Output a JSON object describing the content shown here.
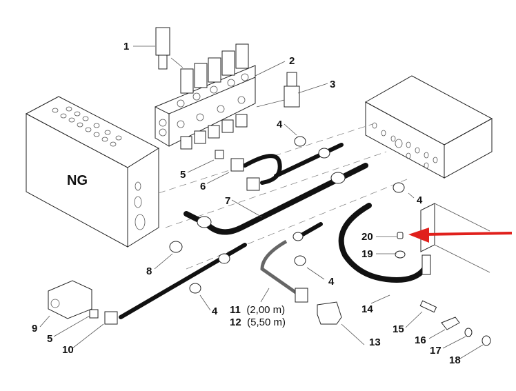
{
  "diagram": {
    "title": "Exploded parts view - valve block, junction boxes and cable harness",
    "box_label": "NG",
    "highlight_color": "#e0201c",
    "highlight_target": "20",
    "callouts": [
      {
        "id": "1",
        "text": "1"
      },
      {
        "id": "2",
        "text": "2"
      },
      {
        "id": "3",
        "text": "3"
      },
      {
        "id": "4a",
        "text": "4"
      },
      {
        "id": "4b",
        "text": "4"
      },
      {
        "id": "4c",
        "text": "4"
      },
      {
        "id": "4d",
        "text": "4"
      },
      {
        "id": "5a",
        "text": "5"
      },
      {
        "id": "5b",
        "text": "5"
      },
      {
        "id": "6",
        "text": "6"
      },
      {
        "id": "7",
        "text": "7"
      },
      {
        "id": "8",
        "text": "8"
      },
      {
        "id": "9",
        "text": "9"
      },
      {
        "id": "10",
        "text": "10"
      },
      {
        "id": "11",
        "text": "11",
        "note": "(2,00 m)"
      },
      {
        "id": "12",
        "text": "12",
        "note": "(5,50 m)"
      },
      {
        "id": "13",
        "text": "13"
      },
      {
        "id": "14",
        "text": "14"
      },
      {
        "id": "15",
        "text": "15"
      },
      {
        "id": "16",
        "text": "16"
      },
      {
        "id": "17",
        "text": "17"
      },
      {
        "id": "18",
        "text": "18"
      },
      {
        "id": "19",
        "text": "19"
      },
      {
        "id": "20",
        "text": "20"
      }
    ]
  }
}
